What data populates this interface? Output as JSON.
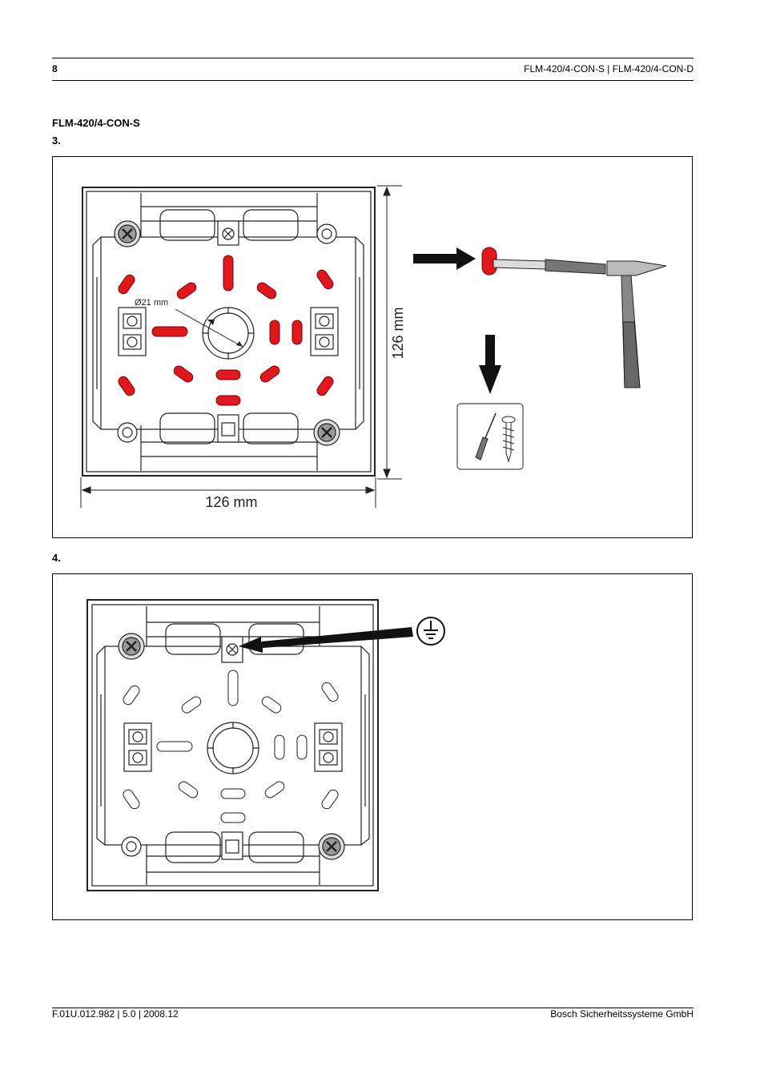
{
  "header": {
    "page_number": "8",
    "doc_title": "FLM-420/4-CON-S | FLM-420/4-CON-D"
  },
  "section_title": "FLM-420/4-CON-S",
  "steps": {
    "step3": {
      "label": "3.",
      "diameter_label": "Ø21 mm",
      "width_label": "126 mm",
      "height_label": "126 mm"
    },
    "step4": {
      "label": "4."
    }
  },
  "colors": {
    "knockout_red": "#e0181d",
    "line": "#222222",
    "screw_grey": "#9a9a9a"
  },
  "icons": [
    "arrow-right-icon",
    "arrow-down-icon",
    "screwdriver-icon",
    "screw-icon",
    "chisel-icon",
    "hammer-icon",
    "ground-symbol-icon"
  ],
  "footer": {
    "doc_number": "F.01U.012.982 | 5.0 | 2008.12",
    "company": "Bosch Sicherheitssysteme GmbH"
  }
}
